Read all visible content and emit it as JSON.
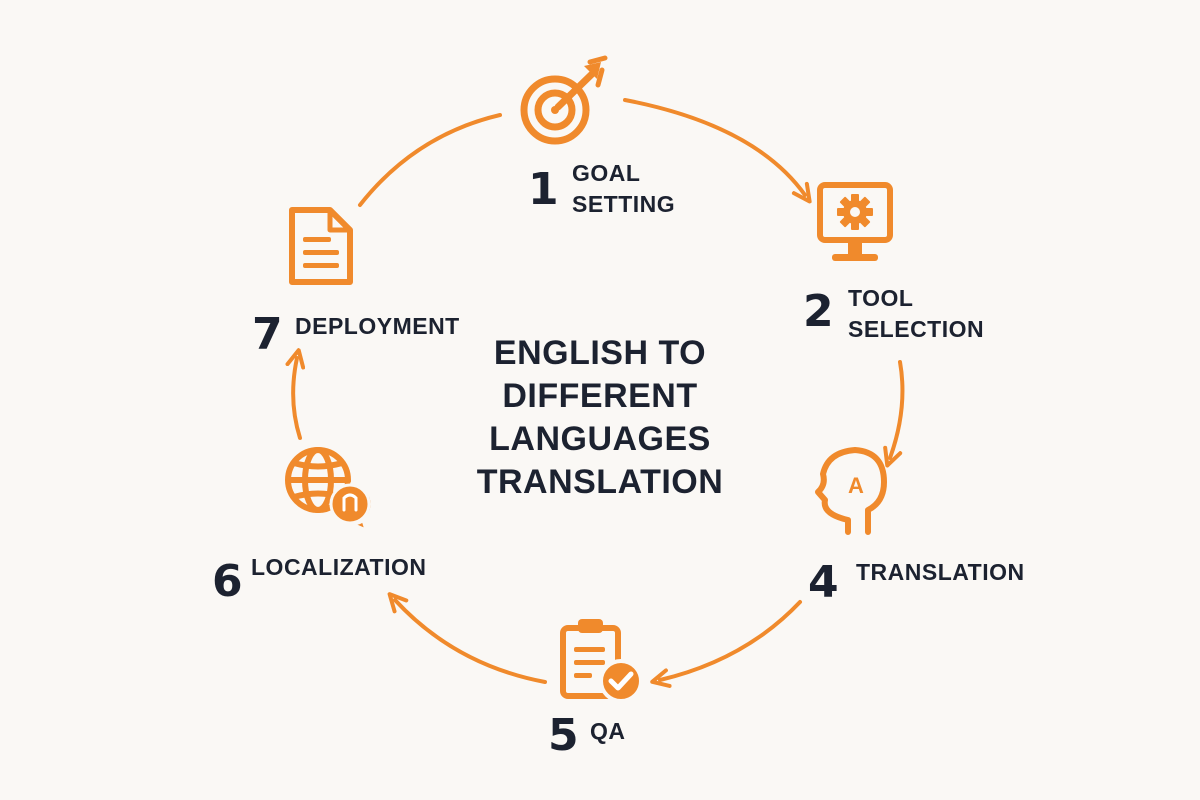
{
  "diagram": {
    "center_title": "ENGLISH TO\nDIFFERENT\nLANGUAGES\nTRANSLATION",
    "accent_color": "#f08a2c",
    "text_color": "#1c2230",
    "background_color": "#faf8f5",
    "steps": [
      {
        "number": "1",
        "label": "GOAL\nSETTING",
        "icon": "target-icon"
      },
      {
        "number": "2",
        "label": "TOOL\nSELECTION",
        "icon": "monitor-gear-icon"
      },
      {
        "number": "4",
        "label": "TRANSLATION",
        "icon": "head-letter-icon"
      },
      {
        "number": "5",
        "label": "QA",
        "icon": "clipboard-check-icon"
      },
      {
        "number": "6",
        "label": "LOCALIZATION",
        "icon": "globe-chat-icon"
      },
      {
        "number": "7",
        "label": "DEPLOYMENT",
        "icon": "document-icon"
      }
    ]
  }
}
